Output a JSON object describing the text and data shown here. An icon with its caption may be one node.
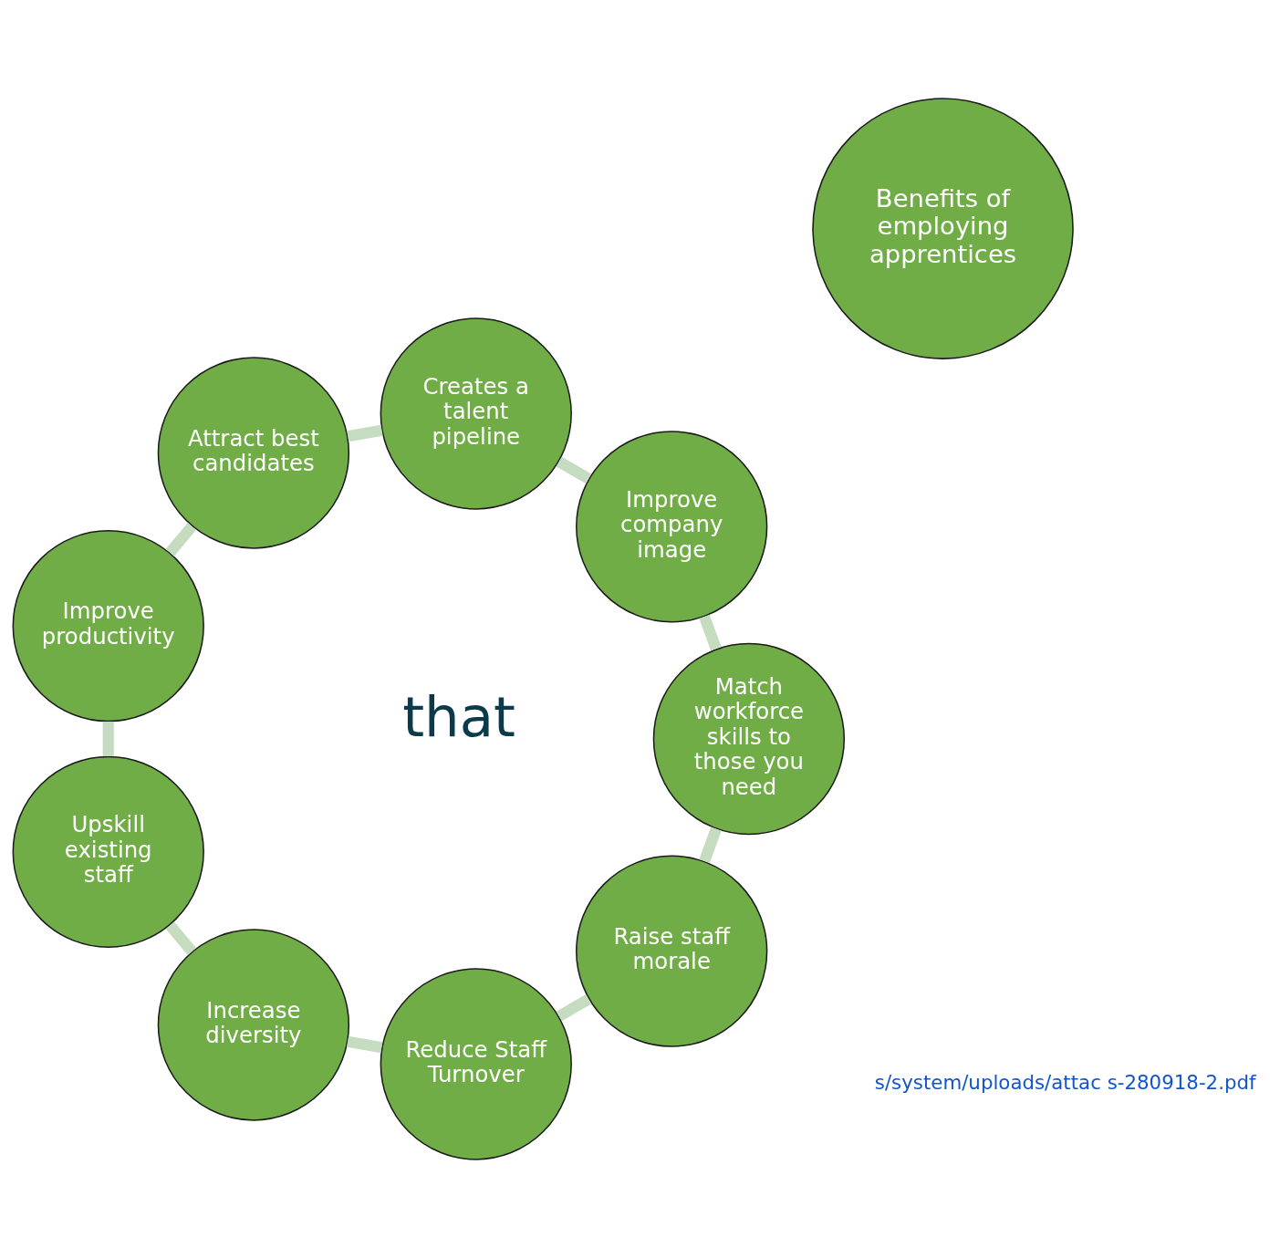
{
  "diagram": {
    "nodes": [
      {
        "text": [
          "Benefits of employing apprentices"
        ]
      },
      {
        "text": [
          "Raise staff morale"
        ]
      },
      {
        "text": [
          "Reduce Staff Turnover"
        ]
      },
      {
        "text": [
          "Increase diversity"
        ]
      },
      {
        "text": [
          "Upskill existing staff"
        ]
      },
      {
        "text": [
          "Improve productivity"
        ]
      },
      {
        "text": [
          "Attract best candidates"
        ]
      },
      {
        "text": [
          "Creates a talent pipeline"
        ]
      },
      {
        "text": [
          "Improve company image"
        ]
      },
      {
        "text": [
          "Match workforce skills to those you need"
        ]
      }
    ],
    "edges": [
      {
        "from": 1,
        "to": 2,
        "arrow": "none"
      },
      {
        "from": 2,
        "to": 3,
        "arrow": "none"
      },
      {
        "from": 3,
        "to": 4,
        "arrow": "none"
      },
      {
        "from": 4,
        "to": 5,
        "arrow": "none"
      },
      {
        "from": 5,
        "to": 6,
        "arrow": "none"
      },
      {
        "from": 6,
        "to": 7,
        "arrow": "none"
      },
      {
        "from": 7,
        "to": 8,
        "arrow": "none"
      },
      {
        "from": 8,
        "to": 9,
        "arrow": "none"
      },
      {
        "from": 9,
        "to": 1,
        "arrow": "none"
      }
    ],
    "labels": [
      "that",
      "s/system/uploads/attac s-280918-2.pdf"
    ]
  }
}
